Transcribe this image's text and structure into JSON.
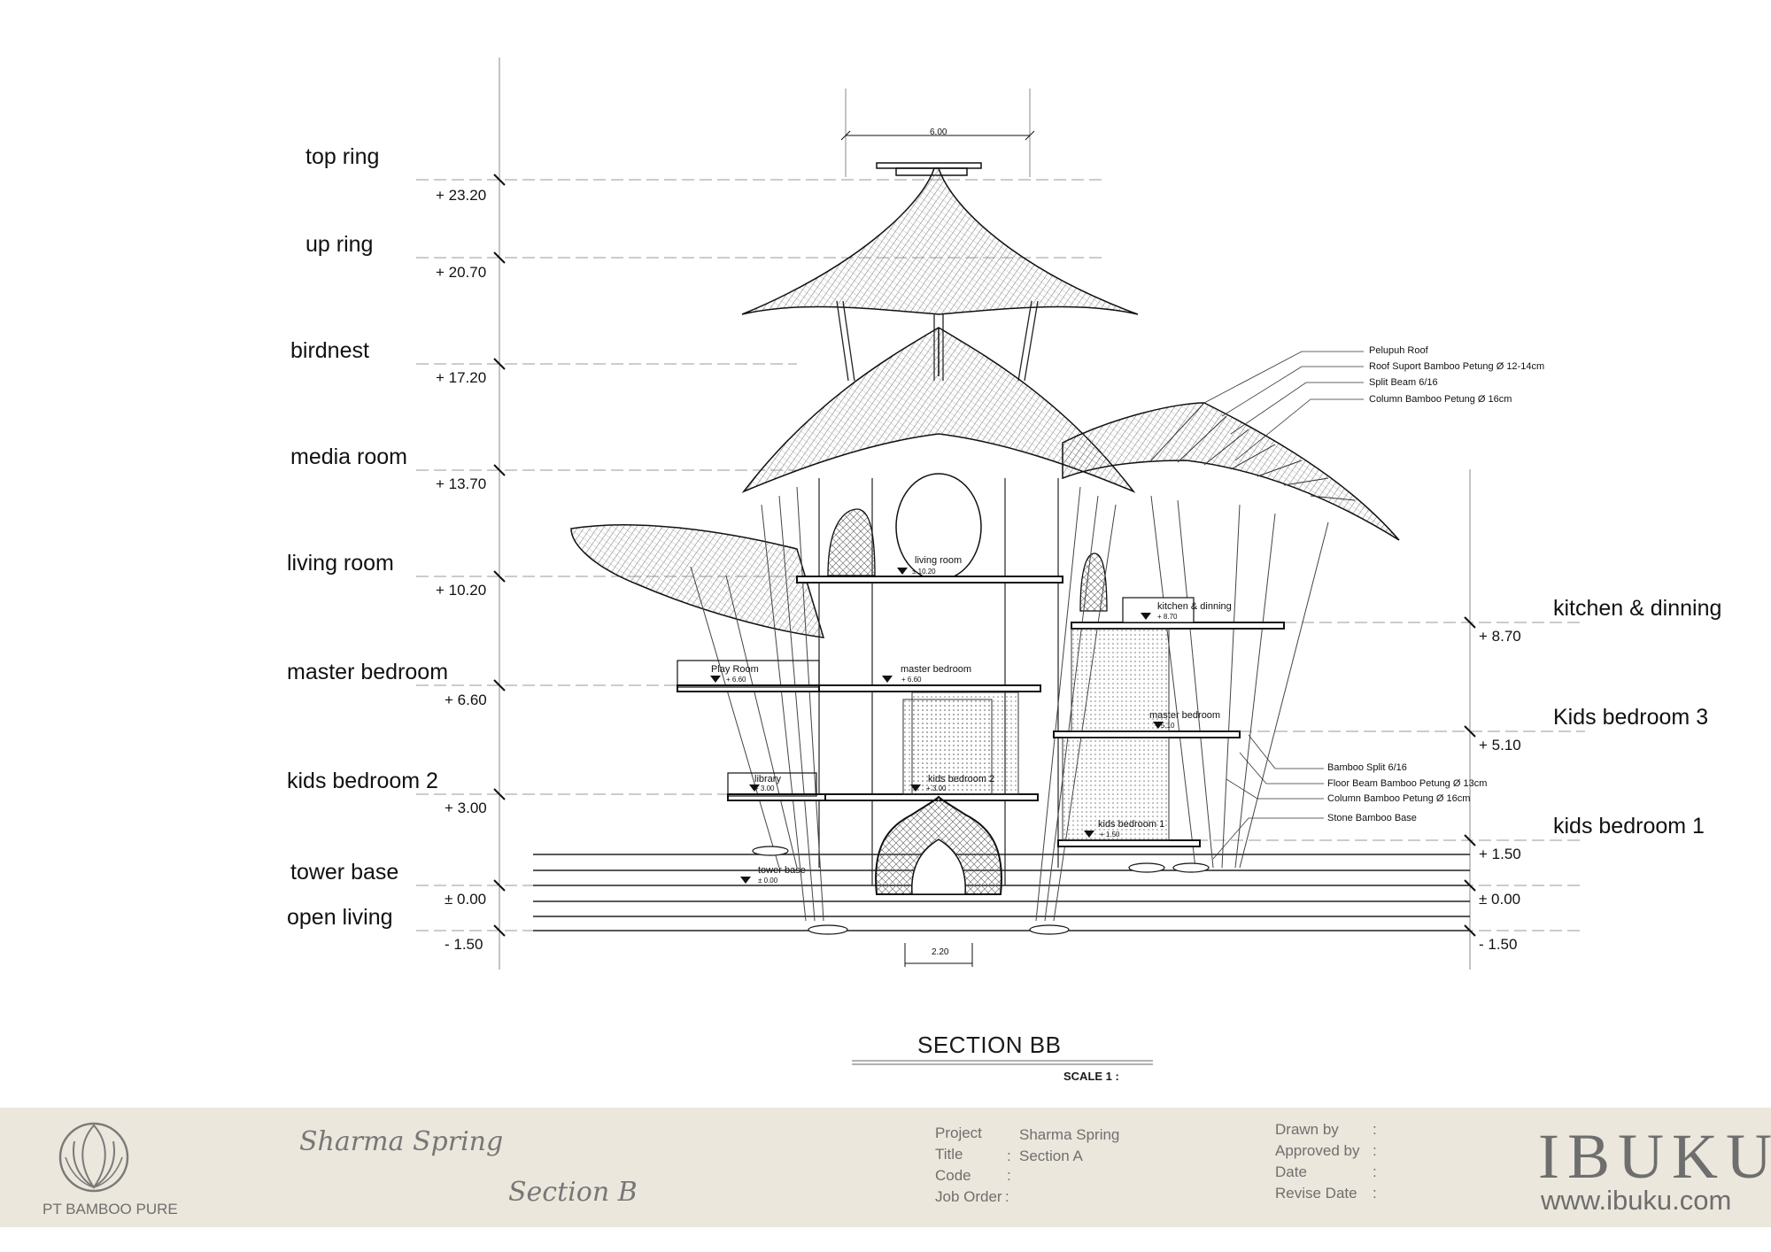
{
  "drawing": {
    "title": "SECTION BB",
    "scale_label": "SCALE 1 :",
    "dimensions": {
      "top_width": "6.00",
      "base_width": "2.20"
    }
  },
  "levels_left": [
    {
      "name": "top ring",
      "value": "+ 23.20"
    },
    {
      "name": "up ring",
      "value": "+ 20.70"
    },
    {
      "name": "birdnest",
      "value": "+ 17.20"
    },
    {
      "name": "media room",
      "value": "+ 13.70"
    },
    {
      "name": "living room",
      "value": "+ 10.20"
    },
    {
      "name": "master bedroom",
      "value": "+ 6.60"
    },
    {
      "name": "kids bedroom 2",
      "value": "+ 3.00"
    },
    {
      "name": "tower base",
      "value": "± 0.00"
    },
    {
      "name": "open living",
      "value": "- 1.50"
    }
  ],
  "levels_right": [
    {
      "name": "kitchen & dinning",
      "value": "+ 8.70"
    },
    {
      "name": "Kids bedroom 3",
      "value": "+ 5.10"
    },
    {
      "name": "kids bedroom 1",
      "value": "+ 1.50"
    },
    {
      "name": "",
      "value": "± 0.00"
    },
    {
      "name": "",
      "value": "- 1.50"
    }
  ],
  "callouts_upper": [
    "Pelupuh Roof",
    "Roof Suport Bamboo Petung Ø 12-14cm",
    "Split Beam 6/16",
    "Column Bamboo Petung Ø 16cm"
  ],
  "callouts_lower": [
    "Bamboo Split 6/16",
    "Floor Beam Bamboo Petung Ø 13cm",
    "Column Bamboo Petung Ø 16cm",
    "Stone Bamboo Base"
  ],
  "room_tags": [
    {
      "name": "living room",
      "level": "± 10.20"
    },
    {
      "name": "kitchen & dinning",
      "level": "+ 8.70"
    },
    {
      "name": "Play Room",
      "level": "+ 6.60"
    },
    {
      "name": "master bedroom",
      "level": "+ 6.60"
    },
    {
      "name": "master bedroom",
      "level": "+ 5.10"
    },
    {
      "name": "library",
      "level": "+ 3.00"
    },
    {
      "name": "kids bedroom 2",
      "level": "+ 3.00"
    },
    {
      "name": "kids bedroom 1",
      "level": "+ 1.50"
    },
    {
      "name": "tower base",
      "level": "± 0.00"
    }
  ],
  "title_block": {
    "company": "PT BAMBOO PURE",
    "project_script": "Sharma Spring",
    "section_script": "Section B",
    "fields": [
      {
        "label": "Project",
        "sep": ":",
        "value": "Sharma Spring"
      },
      {
        "label": "Title",
        "sep": ":",
        "value": "Section A"
      },
      {
        "label": "Code",
        "sep": ":",
        "value": ""
      },
      {
        "label": "Job Order",
        "sep": ":",
        "value": ""
      }
    ],
    "approvals": [
      {
        "label": "Drawn by",
        "sep": ":"
      },
      {
        "label": "Approved by",
        "sep": ":"
      },
      {
        "label": "Date",
        "sep": ":"
      },
      {
        "label": "Revise Date",
        "sep": ":"
      }
    ],
    "brand": "IBUKU",
    "website": "www.ibuku.com"
  },
  "colors": {
    "line": "#1a1a1a",
    "title_block_bg": "#ece7dc",
    "title_block_text": "#6f6f6f"
  }
}
